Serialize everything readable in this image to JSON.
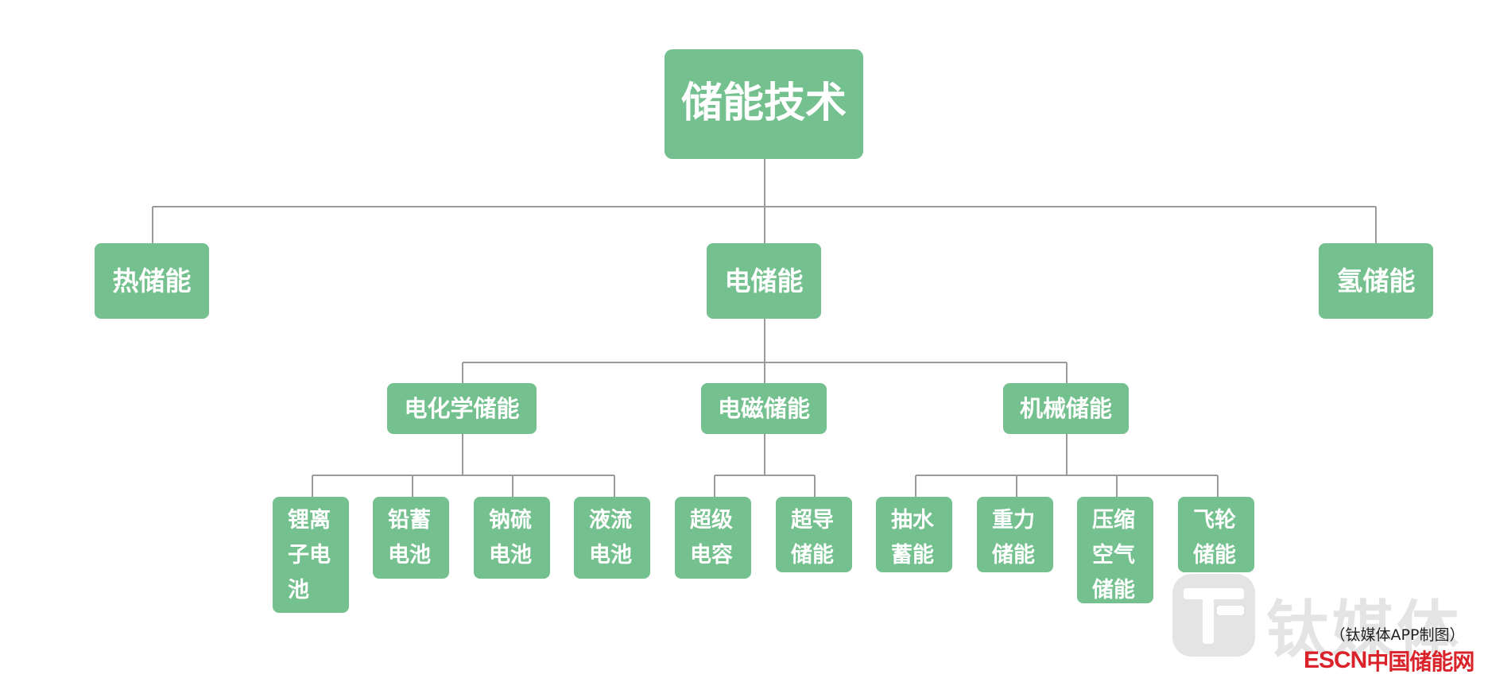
{
  "diagram": {
    "root": {
      "label": "储能技术"
    },
    "level1": [
      {
        "label": "热储能"
      },
      {
        "label": "电储能"
      },
      {
        "label": "氢储能"
      }
    ],
    "level2": [
      {
        "label": "电化学储能"
      },
      {
        "label": "电磁储能"
      },
      {
        "label": "机械储能"
      }
    ],
    "leaves": [
      {
        "label": "锂离子电池"
      },
      {
        "label": "铅蓄电池"
      },
      {
        "label": "钠硫电池"
      },
      {
        "label": "液流电池"
      },
      {
        "label": "超级电容"
      },
      {
        "label": "超导储能"
      },
      {
        "label": "抽水蓄能"
      },
      {
        "label": "重力储能"
      },
      {
        "label": "压缩空气储能"
      },
      {
        "label": "飞轮储能"
      }
    ]
  },
  "footer": {
    "credit": "（钛媒体APP制图）",
    "brand_latin": "ESCN",
    "brand_cjk": "中国储能网",
    "watermark_text": "钛媒体",
    "watermark_icon": "tmt-logo-icon"
  },
  "colors": {
    "node_fill": "#74c08e",
    "node_text": "#ffffff",
    "connector": "#9a9a9a",
    "brand": "#d9222a"
  }
}
